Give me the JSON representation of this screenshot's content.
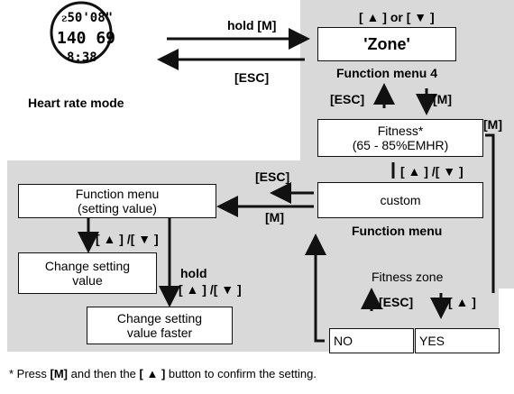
{
  "watch": {
    "line1": "ᴤ50'08\"",
    "line2": "140 69",
    "line3": "8:38",
    "label": "Heart rate mode"
  },
  "top": {
    "hold_m": "hold [M]",
    "esc": "[ESC]",
    "up_or_down": "[ ▲ ] or [ ▼ ]",
    "zone": "'Zone'",
    "menu4": "Function menu 4"
  },
  "mid": {
    "esc": "[ESC]",
    "m": "[M]",
    "m_side": "[M]",
    "fitness_line1": "Fitness*",
    "fitness_line2": "(65 - 85%EMHR)",
    "updown": "[ ▲ ] /[ ▼ ]",
    "custom": "custom",
    "function_menu": "Function menu",
    "left_esc": "[ESC]",
    "left_m": "[M]"
  },
  "left": {
    "fm_line1": "Function menu",
    "fm_line2": "(setting value)",
    "updown": "[ ▲ ] /[ ▼ ]",
    "change_line1": "Change setting",
    "change_line2": "value",
    "hold": "hold",
    "hold_updown": "[ ▲ ] /[ ▼ ]",
    "fast_line1": "Change setting",
    "fast_line2": "value faster"
  },
  "bottom": {
    "fitness_zone": "Fitness zone",
    "esc": "[ESC]",
    "up": "[ ▲ ]",
    "no": "NO",
    "yes": "YES"
  },
  "footnote": {
    "p1": "* Press ",
    "m": "[M]",
    "p2": " and then the ",
    "btn": "[ ▲ ]",
    "p3": " button to confirm the setting."
  }
}
